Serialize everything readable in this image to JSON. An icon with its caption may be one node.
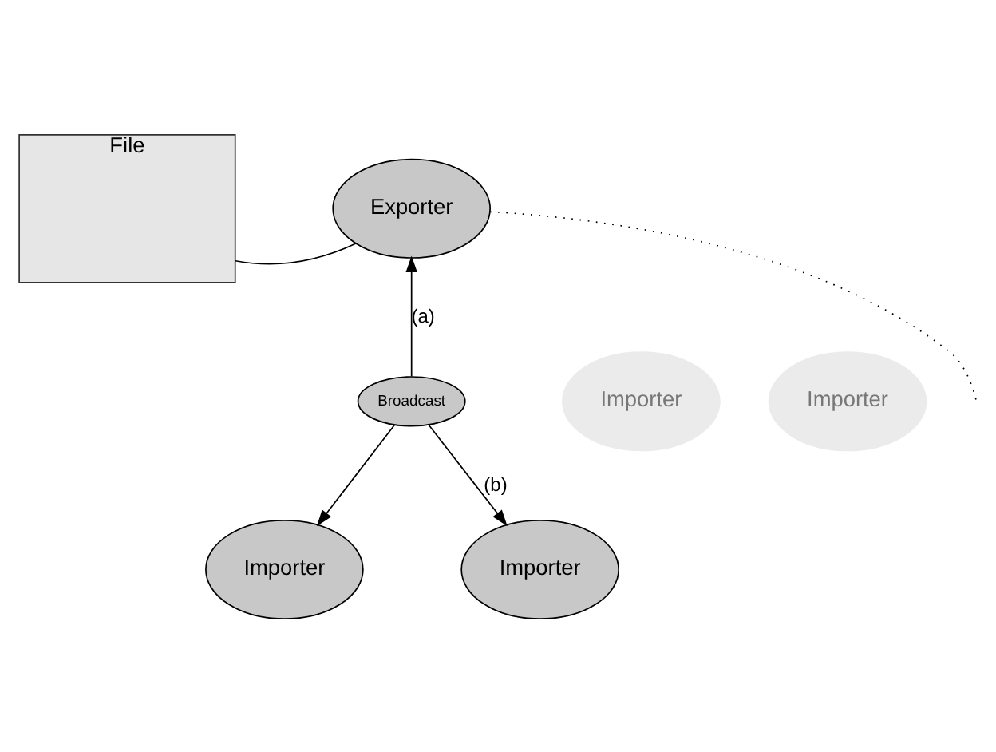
{
  "diagram": {
    "nodes": [
      {
        "text": [
          "File"
        ]
      },
      {
        "text": [
          "Exporter"
        ]
      },
      {
        "text": [
          "Importer"
        ]
      },
      {
        "text": [
          "Broadcast"
        ]
      },
      {
        "text": [
          "Importer"
        ]
      },
      {
        "text": [
          "Importer"
        ]
      },
      {
        "text": [
          "Importer"
        ]
      }
    ],
    "edges": [
      {
        "from": 0,
        "to": 1,
        "arrow": "none"
      },
      {
        "from": 3,
        "to": 1,
        "arrow": "to",
        "label": "(a)"
      },
      {
        "from": 1,
        "to": null,
        "arrow": "none",
        "style": "dashed"
      },
      {
        "from": 3,
        "to": 5,
        "arrow": "to",
        "label": "(b)"
      },
      {
        "from": 3,
        "to": 6,
        "arrow": "to"
      }
    ]
  }
}
